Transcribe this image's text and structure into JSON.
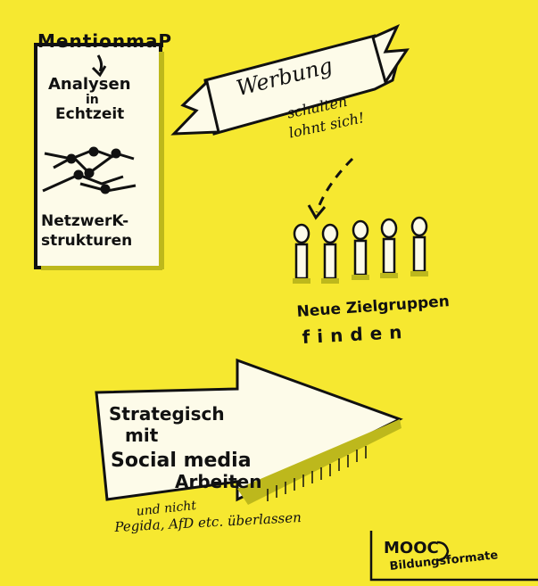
{
  "mention_box": {
    "title": "MentionmaP",
    "analysis_line1": "Analysen",
    "analysis_line2": "in",
    "analysis_line3": "Echtzeit",
    "network_line1": "NetzwerK-",
    "network_line2": "strukturen"
  },
  "banner": {
    "label": "Werbung",
    "note_line1": "schalten",
    "note_line2": "lohnt sich!"
  },
  "target": {
    "line1": "Neue Zielgruppen",
    "line2": "finden"
  },
  "arrow": {
    "line1": "Strategisch",
    "line2": "mit",
    "line3": "Social media",
    "line4": "Arbeiten"
  },
  "footer_note": {
    "line1": "und nicht",
    "line2": "Pegida, AfD etc. überlassen"
  },
  "mooc": {
    "label": "MOOC",
    "sub": "Bildungsformate"
  },
  "colors": {
    "background": "#f6e830",
    "paper": "#fdfbe9",
    "ink": "#111111",
    "shadow": "#bdb81c"
  }
}
